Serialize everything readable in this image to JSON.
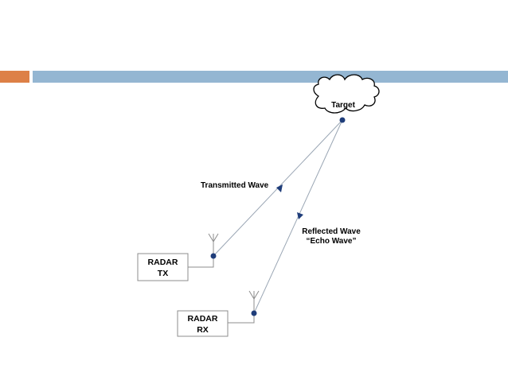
{
  "theme": {
    "accent_color": "#dd8047",
    "bar_color": "#94b6d2",
    "node_color": "#1f3d7a"
  },
  "diagram": {
    "target": {
      "label": "Target"
    },
    "radar_tx": {
      "line1": "RADAR",
      "line2": "TX"
    },
    "radar_rx": {
      "line1": "RADAR",
      "line2": "RX"
    },
    "transmitted_wave": {
      "label": "Transmitted Wave"
    },
    "reflected_wave": {
      "line1": "Reflected Wave",
      "line2": "“Echo Wave”"
    }
  }
}
